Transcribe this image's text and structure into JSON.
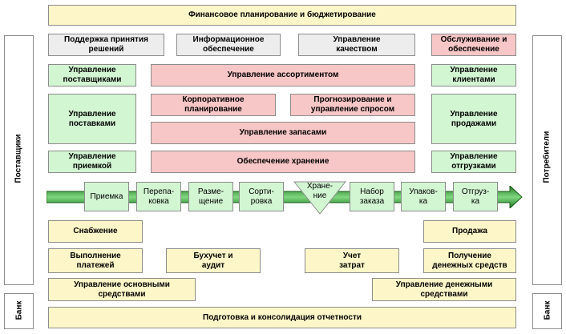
{
  "header": {
    "title": "Финансовое планирование и бюджетирование"
  },
  "side": {
    "suppliers": "Поставщики",
    "consumers": "Потребители",
    "bank": "Банк"
  },
  "top_row": {
    "decision": "Поддержка принятия\nрешений",
    "info": "Информационное\nобеспечение",
    "quality": "Управление\nкачеством",
    "service": "Обслуживание и\nобеспечение"
  },
  "left_col": {
    "suppliers_mgmt": "Управление\nпоставщиками",
    "supply_mgmt": "Управление\nпоставками",
    "receiving_mgmt": "Управление\nприемкой"
  },
  "right_col": {
    "clients_mgmt": "Управление\nклиентами",
    "sales_mgmt": "Управление\nпродажами",
    "shipping_mgmt": "Управление\nотгрузками"
  },
  "center": {
    "assortment": "Управление ассортиментом",
    "corporate_planning": "Корпоративное\nпланирование",
    "forecasting": "Прогнозирование и\nуправление спросом",
    "inventory": "Управление запасами",
    "storage": "Обеспечение хранение"
  },
  "stages": [
    "Приемка",
    "Перепа-\nковка",
    "Разме-\nщение",
    "Сорти-\nровка",
    "Хране-\nние",
    "Набор\nзаказа",
    "Упаков-\nка",
    "Отгруз-\nка"
  ],
  "bottom": {
    "procurement": "Снабжение",
    "sales": "Продажа",
    "payments": "Выполнение\nплатежей",
    "accounting": "Бухучет и\nаудит",
    "cost_accounting": "Учет\nзатрат",
    "receipts": "Получение\nденежных средств",
    "fixed_assets": "Управление основными\nсредствами",
    "cash_mgmt": "Управление денежными\nсредствами",
    "reporting": "Подготовка и консолидация отчетности"
  }
}
